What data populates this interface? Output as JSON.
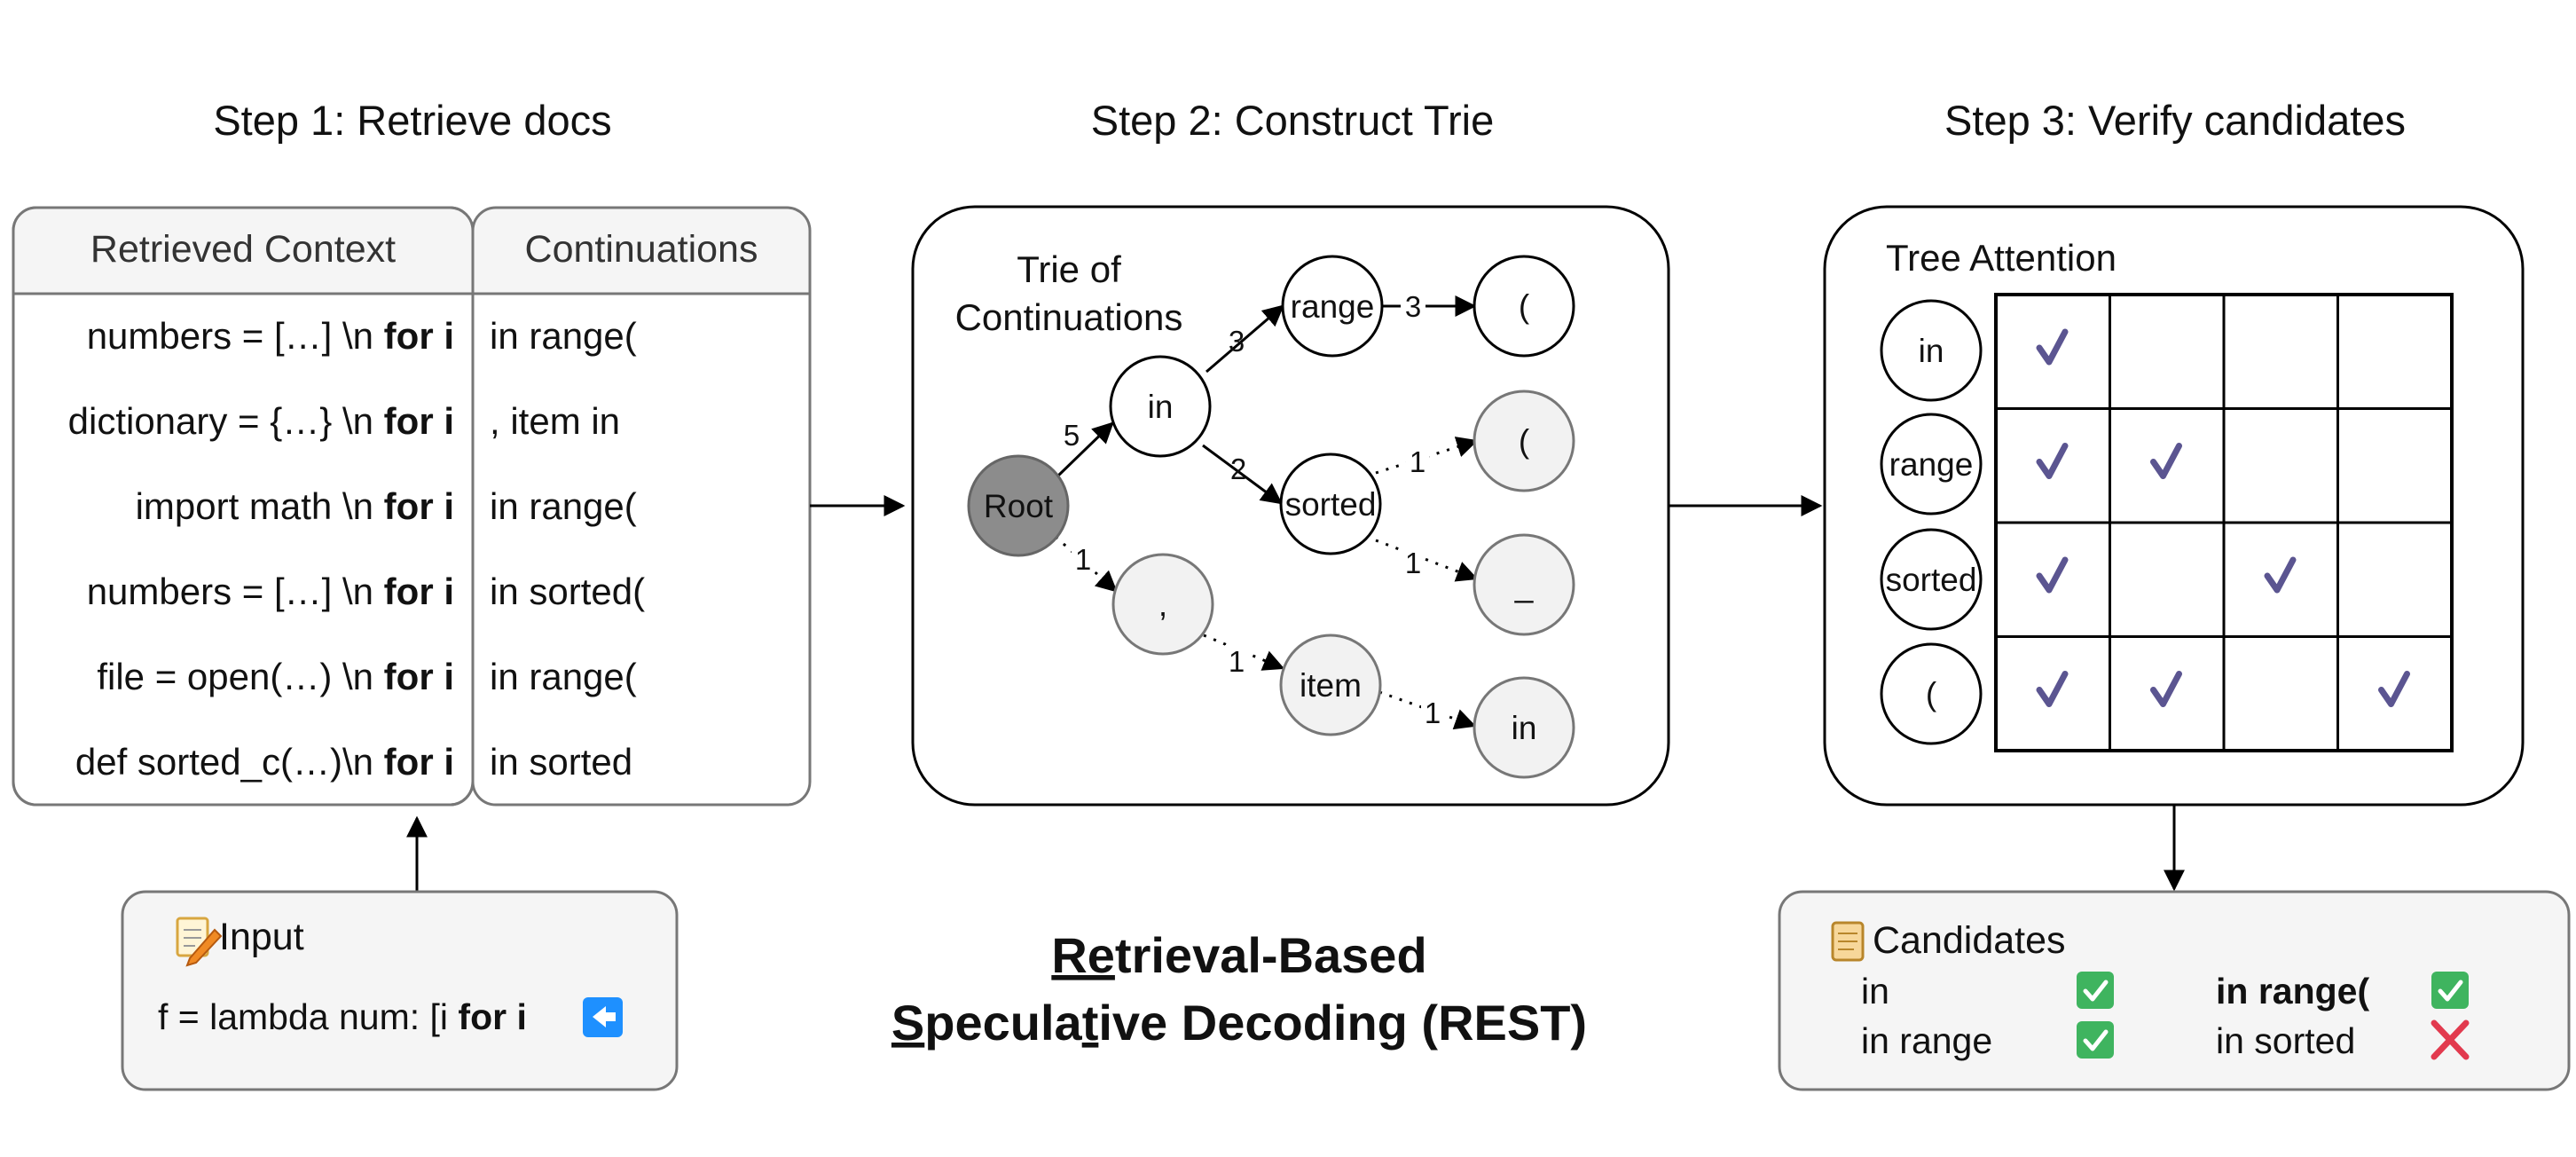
{
  "steps": {
    "step1": "Step 1: Retrieve docs",
    "step2": "Step 2: Construct Trie",
    "step3": "Step 3: Verify candidates"
  },
  "retrieval": {
    "context_header": "Retrieved Context",
    "continuations_header": "Continuations",
    "rows": [
      {
        "context": "numbers = […] \\n ",
        "kw": "for i",
        "continuation": "in range("
      },
      {
        "context": "dictionary = {…} \\n ",
        "kw": "for i",
        "continuation": ", item in"
      },
      {
        "context": "import math \\n ",
        "kw": "for i",
        "continuation": "in range("
      },
      {
        "context": "numbers = […] \\n ",
        "kw": "for i",
        "continuation": "in sorted("
      },
      {
        "context": "file = open(…) \\n ",
        "kw": "for i",
        "continuation": "in range("
      },
      {
        "context": "def sorted_c(…)\\n ",
        "kw": "for i",
        "continuation": "in sorted"
      }
    ]
  },
  "input": {
    "title": "Input",
    "prefix": "f = lambda num: [i ",
    "kw": "for i",
    "icon": "memo-icon",
    "enter_icon": "back-arrow-icon"
  },
  "trie": {
    "title_line1": "Trie of",
    "title_line2": "Continuations",
    "nodes": {
      "root": "Root",
      "in": "in",
      "comma": ",",
      "range": "range",
      "sorted": "sorted",
      "item": "item",
      "paren1": "(",
      "paren2": "(",
      "underscore": "_",
      "in2": "in"
    },
    "edges": {
      "root_in": "5",
      "root_comma": "1",
      "in_range": "3",
      "in_sorted": "2",
      "range_paren": "3",
      "sorted_paren": "1",
      "sorted_underscore": "1",
      "comma_item": "1",
      "item_in": "1"
    }
  },
  "attention": {
    "title": "Tree Attention",
    "rows": [
      "in",
      "range",
      "sorted",
      "("
    ],
    "mask": [
      [
        true,
        false,
        false,
        false
      ],
      [
        true,
        true,
        false,
        false
      ],
      [
        true,
        false,
        true,
        false
      ],
      [
        true,
        true,
        false,
        true
      ]
    ]
  },
  "title": {
    "line1_part1": "Re",
    "line1_part2": "trieval-Based",
    "line2_part1": "S",
    "line2_part2": "pecula",
    "line2_part3": "t",
    "line2_part4": "ive Decoding (REST)"
  },
  "candidates": {
    "title": "Candidates",
    "icon": "scroll-icon",
    "items": [
      {
        "label": "in",
        "accepted": true,
        "bold": false
      },
      {
        "label": "in range",
        "accepted": true,
        "bold": false
      },
      {
        "label": "in range(",
        "accepted": true,
        "bold": true
      },
      {
        "label": "in sorted",
        "accepted": false,
        "bold": false
      }
    ]
  },
  "colors": {
    "root_fill": "#8c8c8c",
    "node_fill": "#ffffff",
    "dim_node_fill": "#f2f2f2",
    "panel_fill": "#f5f5f5",
    "check": "#5b5591",
    "accept": "#3fb45f",
    "reject": "#e23a4e",
    "enter": "#1e90ff"
  }
}
